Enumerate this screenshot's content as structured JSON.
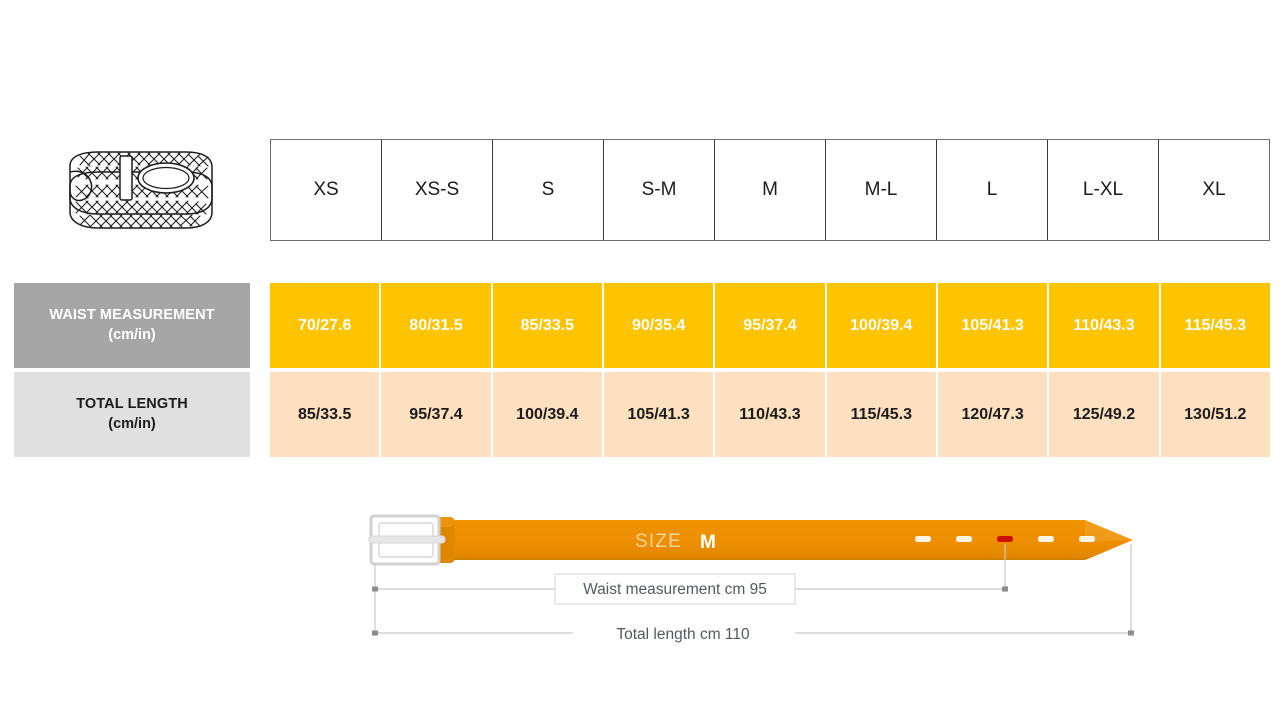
{
  "chart_data": {
    "type": "table",
    "title": "Belt size chart",
    "columns": [
      "XS",
      "XS-S",
      "S",
      "S-M",
      "M",
      "M-L",
      "L",
      "L-XL",
      "XL"
    ],
    "rows": [
      {
        "label_line1": "WAIST MEASUREMENT",
        "label_line2": "(cm/in)",
        "values": [
          "70/27.6",
          "80/31.5",
          "85/33.5",
          "90/35.4",
          "95/37.4",
          "100/39.4",
          "105/41.3",
          "110/43.3",
          "115/45.3"
        ]
      },
      {
        "label_line1": "TOTAL LENGTH",
        "label_line2": "(cm/in)",
        "values": [
          "85/33.5",
          "95/37.4",
          "100/39.4",
          "105/41.3",
          "110/43.3",
          "115/45.3",
          "120/47.3",
          "125/49.2",
          "130/51.2"
        ]
      }
    ],
    "xlabel": "",
    "ylabel": "",
    "grid": true,
    "legend": "none"
  },
  "size_table": {
    "headers": [
      {
        "label": "XS"
      },
      {
        "label": "XS-S"
      },
      {
        "label": "S"
      },
      {
        "label": "S-M"
      },
      {
        "label": "M"
      },
      {
        "label": "M-L"
      },
      {
        "label": "L"
      },
      {
        "label": "L-XL"
      },
      {
        "label": "XL"
      }
    ],
    "waist_row": {
      "label_line1": "WAIST MEASUREMENT",
      "label_line2": "(cm/in)",
      "cells": [
        {
          "value": "70/27.6"
        },
        {
          "value": "80/31.5"
        },
        {
          "value": "85/33.5"
        },
        {
          "value": "90/35.4"
        },
        {
          "value": "95/37.4"
        },
        {
          "value": "100/39.4"
        },
        {
          "value": "105/41.3"
        },
        {
          "value": "110/43.3"
        },
        {
          "value": "115/45.3"
        }
      ]
    },
    "length_row": {
      "label_line1": "TOTAL LENGTH",
      "label_line2": "(cm/in)",
      "cells": [
        {
          "value": "85/33.5"
        },
        {
          "value": "95/37.4"
        },
        {
          "value": "100/39.4"
        },
        {
          "value": "105/41.3"
        },
        {
          "value": "110/43.3"
        },
        {
          "value": "115/45.3"
        },
        {
          "value": "120/47.3"
        },
        {
          "value": "125/49.2"
        },
        {
          "value": "130/51.2"
        }
      ]
    }
  },
  "belt_icon": {
    "name": "braided-belt-illustration"
  },
  "belt_diagram": {
    "size_caption_prefix": "SIZE",
    "size_caption_value": "M",
    "waist_dimension_label": "Waist measurement cm 95",
    "total_dimension_label": "Total length cm 110",
    "holes_total": 5,
    "selected_hole_index": 3
  },
  "colors": {
    "waist_row_bg": "#ffc400",
    "length_row_bg": "#fce0c0",
    "waist_label_bg": "#a6a6a6",
    "length_label_bg": "#e0e0e0",
    "belt_body": "#ed8f00",
    "belt_loop": "#e08700",
    "selected_hole": "#cc1100",
    "table_border": "#3a3a3a"
  }
}
